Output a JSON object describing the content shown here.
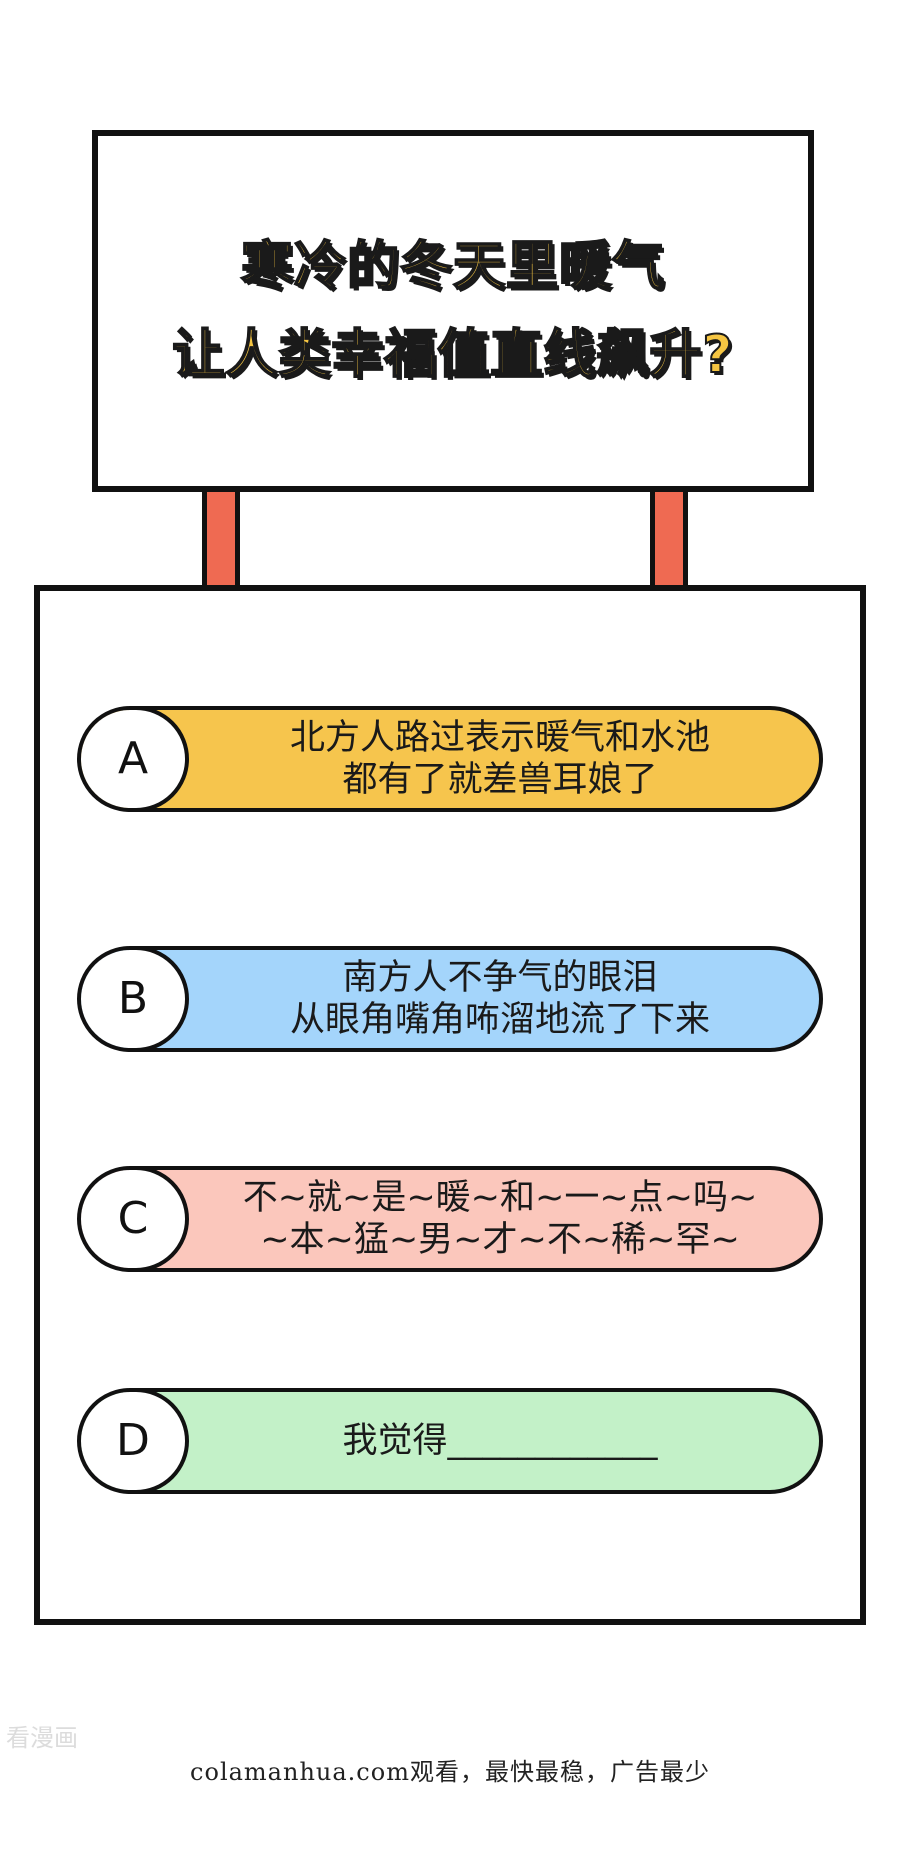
{
  "sign": {
    "line1": "寒冷的冬天里暖气",
    "line2": "让人类幸福值直线飙升?"
  },
  "options": [
    {
      "letter": "A",
      "line1": "北方人路过表示暖气和水池",
      "line2": "都有了就差兽耳娘了",
      "color": "#f6c54d"
    },
    {
      "letter": "B",
      "line1": "南方人不争气的眼泪",
      "line2": "从眼角嘴角咘溜地流了下来",
      "color": "#a4d5fb"
    },
    {
      "letter": "C",
      "line1": "不~就~是~暖~和~一~点~吗~",
      "line2": "~本~猛~男~才~不~稀~罕~",
      "color": "#fbc7bc"
    },
    {
      "letter": "D",
      "line1": "我觉得____________",
      "line2": "",
      "color": "#c3f1c8"
    }
  ],
  "colors": {
    "post": "#ef6a52",
    "title_fill": "#f5c542",
    "outline": "#111111"
  },
  "watermark": "看漫画",
  "footer": "colamanhua.com观看，最快最稳，广告最少"
}
